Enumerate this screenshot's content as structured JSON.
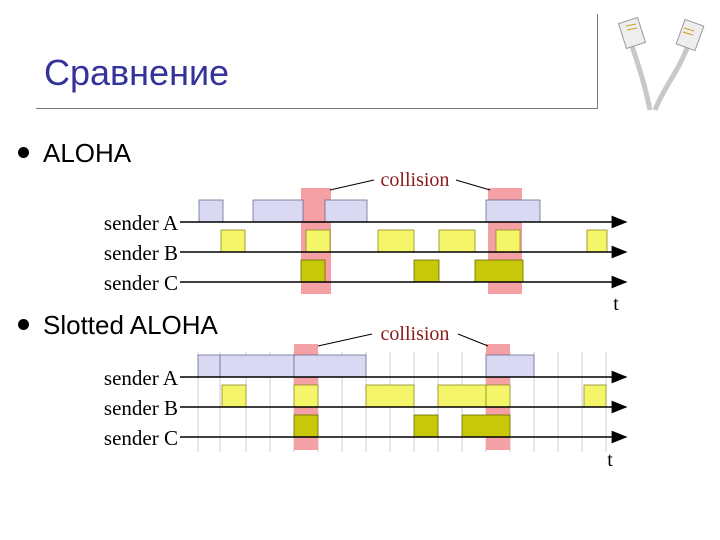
{
  "title": "Сравнение",
  "bullets": [
    "ALOHA",
    "Slotted ALOHA"
  ],
  "senders": [
    "sender A",
    "sender B",
    "sender C"
  ],
  "collision_label": "collision",
  "time_label": "t",
  "colors": {
    "title": "#333399",
    "frame_a": "#d9d9f3",
    "frame_b": "#f5f56a",
    "frame_c": "#c8c80a",
    "collision": "#f4a0a4"
  },
  "icon": "ethernet-cable-icon"
}
